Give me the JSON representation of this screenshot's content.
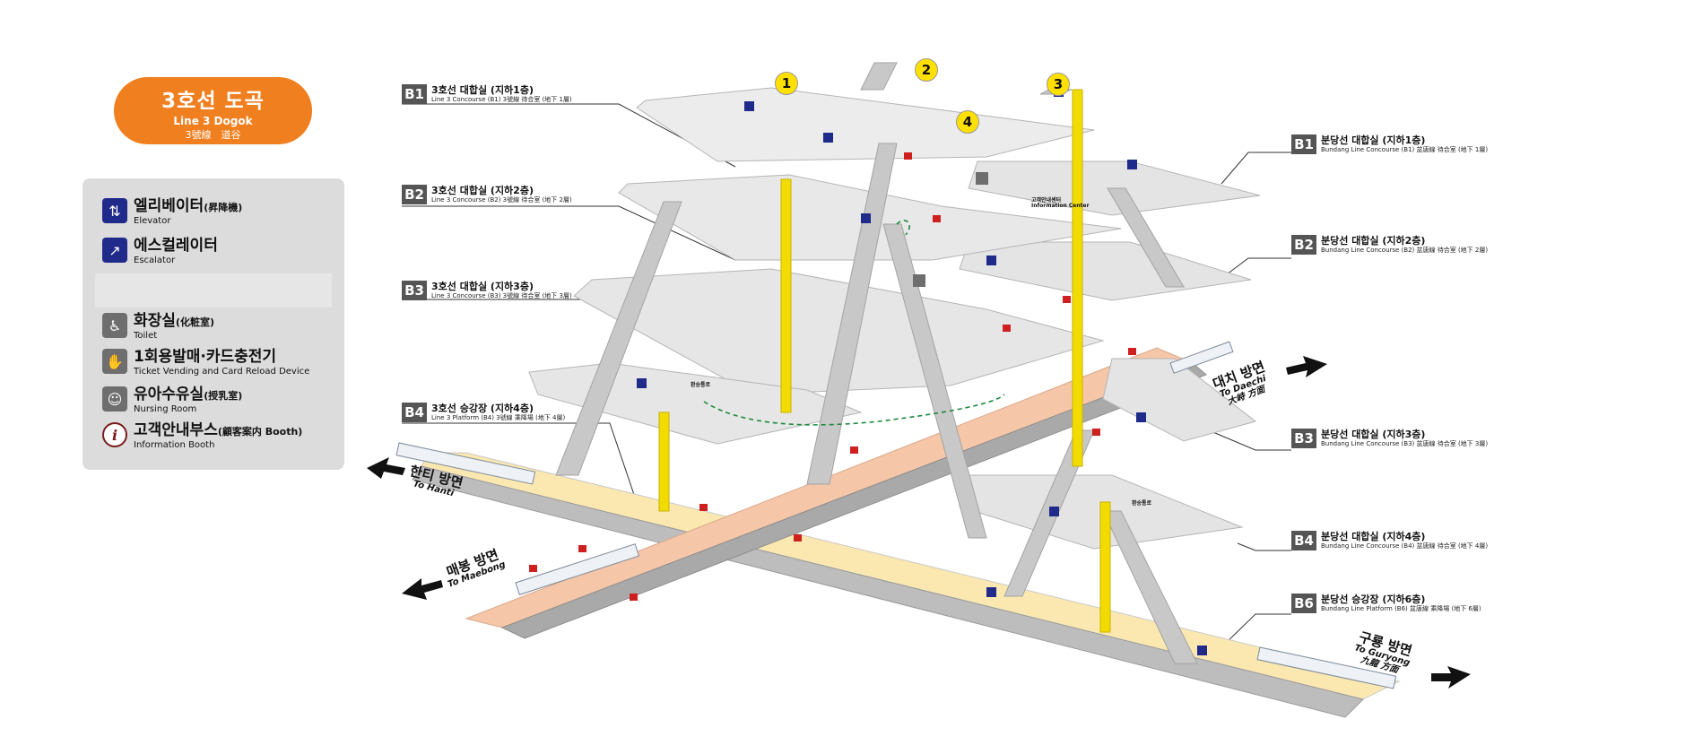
{
  "station": {
    "name_ko": "3호선 도곡",
    "name_en": "Line 3 Dogok",
    "name_cn": "3號線　道谷",
    "color": "#f07f1f"
  },
  "legend": [
    {
      "icon": "elevator-icon",
      "ko": "엘리베이터",
      "note": "(昇降機)",
      "en": "Elevator"
    },
    {
      "icon": "escalator-icon",
      "ko": "에스컬레이터",
      "note": "",
      "en": "Escalator"
    },
    {
      "icon": "toilet-icon",
      "ko": "화장실",
      "note": "(化粧室)",
      "en": "Toilet"
    },
    {
      "icon": "ticket-machine-icon",
      "ko": "1회용발매·카드충전기",
      "note": "",
      "en": "Ticket Vending and Card Reload Device"
    },
    {
      "icon": "nursing-room-icon",
      "ko": "유아수유실",
      "note": "(授乳室)",
      "en": "Nursing Room"
    },
    {
      "icon": "info-icon",
      "ko": "고객안내부스",
      "note": "(顧客案内 Booth)",
      "en": "Information Booth"
    }
  ],
  "levels_left": [
    {
      "tag": "B1",
      "ko": "3호선 대합실 (지하1층)",
      "en": "Line 3 Concourse (B1) 3號線 待合室 (地下 1層)"
    },
    {
      "tag": "B2",
      "ko": "3호선 대합실 (지하2층)",
      "en": "Line 3 Concourse (B2) 3號線 待合室 (地下 2層)"
    },
    {
      "tag": "B3",
      "ko": "3호선 대합실 (지하3층)",
      "en": "Line 3 Concourse (B3) 3號線 待合室 (地下 3層)"
    },
    {
      "tag": "B4",
      "ko": "3호선 승강장 (지하4층)",
      "en": "Line 3 Platform (B4) 3號線 乘降場 (地下 4層)"
    }
  ],
  "levels_right": [
    {
      "tag": "B1",
      "ko": "분당선 대합실 (지하1층)",
      "en": "Bundang Line Concourse (B1) 盆唐線 待合室 (地下 1層)"
    },
    {
      "tag": "B2",
      "ko": "분당선 대합실 (지하2층)",
      "en": "Bundang Line Concourse (B2) 盆唐線 待合室 (地下 2層)"
    },
    {
      "tag": "B3",
      "ko": "분당선 대합실 (지하3층)",
      "en": "Bundang Line Concourse (B3) 盆唐線 待合室 (地下 3層)"
    },
    {
      "tag": "B4",
      "ko": "분당선 대합실 (지하4층)",
      "en": "Bundang Line Concourse (B4) 盆唐線 待合室 (地下 4層)"
    },
    {
      "tag": "B6",
      "ko": "분당선 승강장 (지하6층)",
      "en": "Bundang Line Platform (B6) 盆唐線 乘降場 (地下 6層)"
    }
  ],
  "directions": {
    "hanti": {
      "ko": "한티 방면",
      "en": "To Hanti"
    },
    "maebong": {
      "ko": "매봉 방면",
      "en": "To Maebong"
    },
    "daechi": {
      "ko": "대치 방면",
      "en": "To Daechi",
      "cn": "大峙 方面"
    },
    "guryong": {
      "ko": "구룡 방면",
      "en": "To Guryong",
      "cn": "九龍 方面"
    }
  },
  "exits": [
    "1",
    "2",
    "3",
    "4"
  ],
  "mini_labels": {
    "transfer_a": "환승통로",
    "transfer_b": "환승통로",
    "info_center": "고객안내센터",
    "info_center_en": "Information Center"
  },
  "colors": {
    "line3_platform": "#f6c6a8",
    "bundang_platform": "#fbe8b0",
    "floor": "#e6e6e6",
    "column": "#f2dc00",
    "elevator": "#1f2a8a",
    "arrow": "#111111"
  }
}
